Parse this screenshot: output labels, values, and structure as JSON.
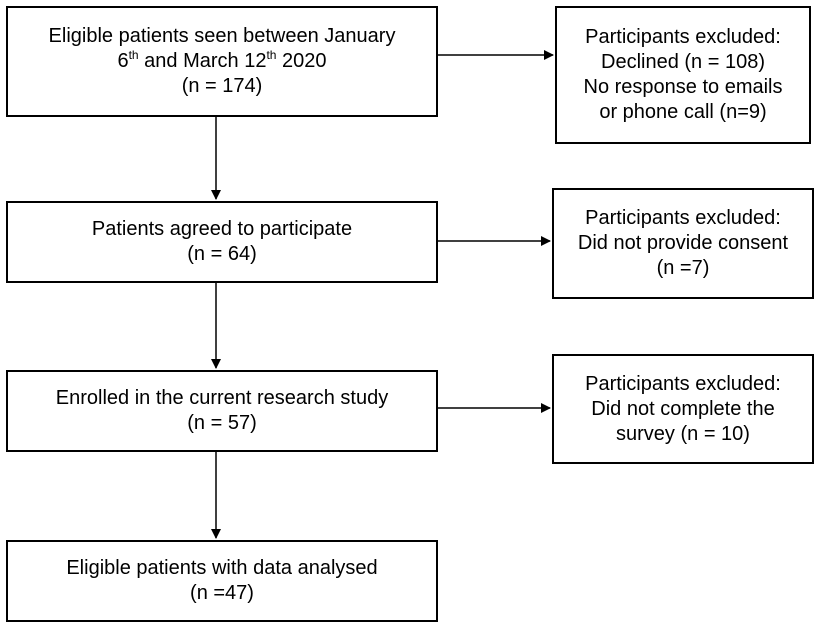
{
  "flowchart": {
    "main": [
      {
        "id": "eligible",
        "line1": "Eligible patients seen between January",
        "line2_a": "6",
        "line2_sup1": "th",
        "line2_b": " and March 12",
        "line2_sup2": "th",
        "line2_c": " 2020",
        "line3": "(n = 174)"
      },
      {
        "id": "agreed",
        "line1": "Patients agreed to participate",
        "line2": "(n = 64)"
      },
      {
        "id": "enrolled",
        "line1": "Enrolled in the current research study",
        "line2": "(n = 57)"
      },
      {
        "id": "analysed",
        "line1": "Eligible patients with data analysed",
        "line2": "(n =47)"
      }
    ],
    "excluded": [
      {
        "line1": "Participants excluded:",
        "line2": "Declined (n = 108)",
        "line3": "No response to emails",
        "line4": "or phone call (n=9)"
      },
      {
        "line1": "Participants excluded:",
        "line2": "Did not provide consent",
        "line3": "(n =7)"
      },
      {
        "line1": "Participants excluded:",
        "line2": "Did not complete the",
        "line3": "survey (n = 10)"
      }
    ]
  }
}
